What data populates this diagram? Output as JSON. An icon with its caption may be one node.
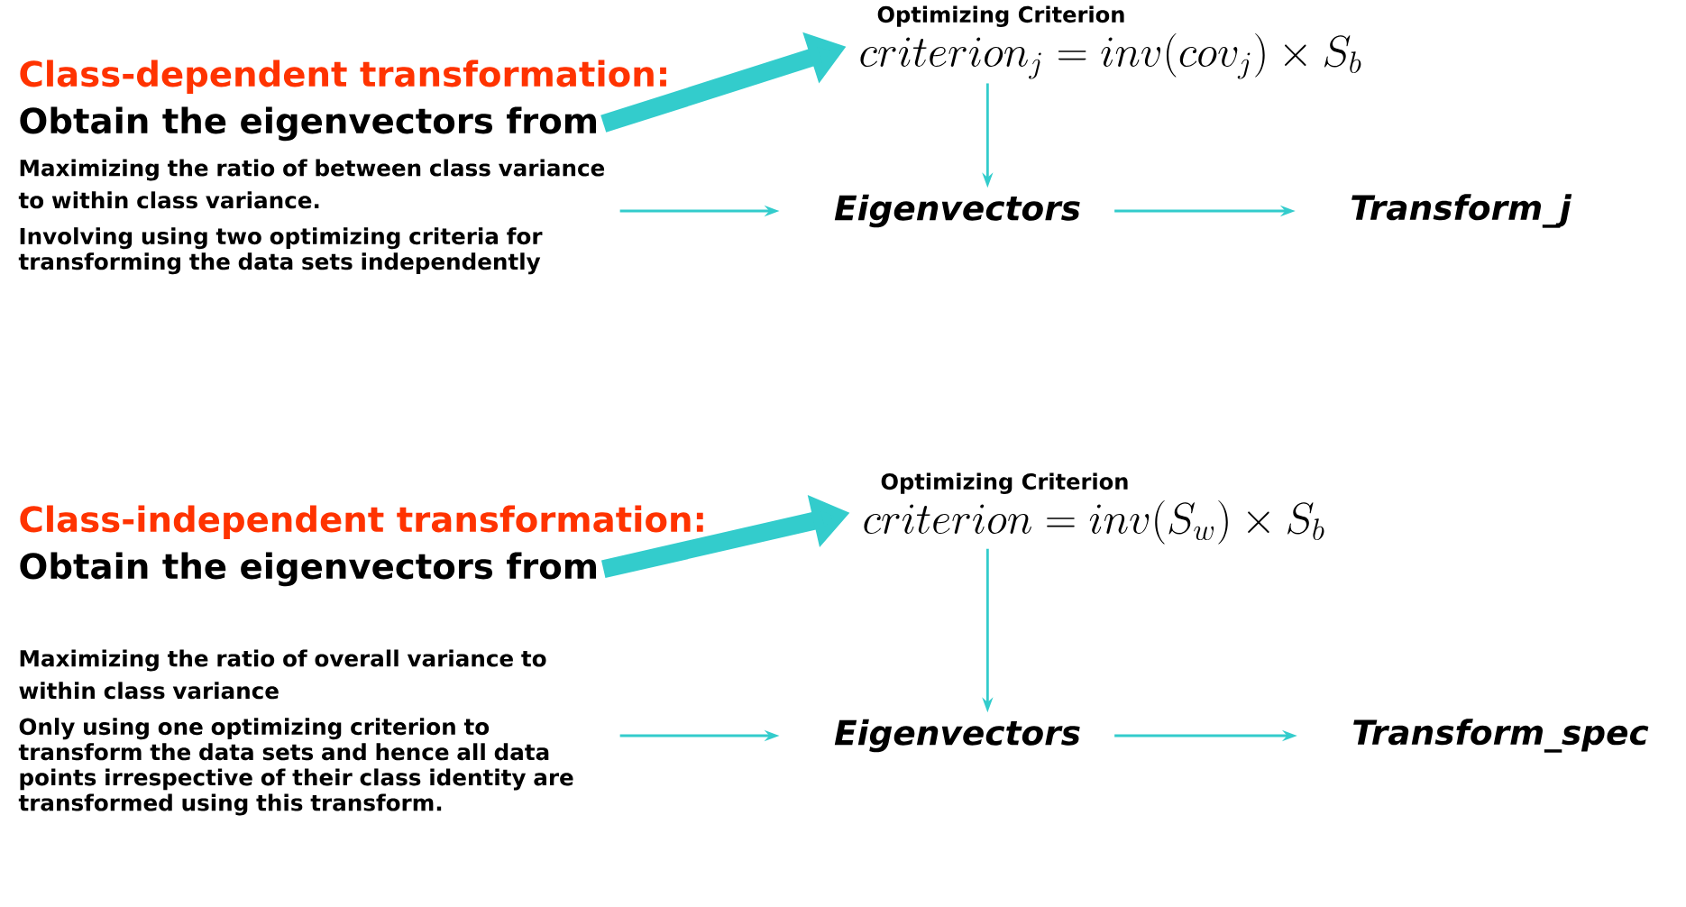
{
  "diagram": {
    "nodes": [
      {
        "text": [
          "Class-dependent transformation:"
        ]
      },
      {
        "text": [
          "Obtain the eigenvectors from"
        ]
      },
      {
        "text": [
          "Maximizing the ratio of between class variance to within class variance.",
          "Involving using two optimizing criteria for transforming the data sets independently"
        ]
      },
      {
        "text": [
          "Optimizing Criterion",
          "criterion_{j} = inv(cov_{j}) \\times S_{b}"
        ]
      },
      {
        "text": [
          "Eigenvectors"
        ]
      },
      {
        "text": [
          "Transform_j"
        ]
      },
      {
        "text": [
          "Class-independent transformation:"
        ]
      },
      {
        "text": [
          "Obtain the eigenvectors from"
        ]
      },
      {
        "text": [
          "Maximizing the ratio of overall variance to within class variance",
          "Only using one optimizing criterion to transform the data sets and hence all data points irrespective of their class identity are transformed using this transform."
        ]
      },
      {
        "text": [
          "Optimizing Criterion",
          "criterion = inv(S_{w}) \\times S_{b}"
        ]
      },
      {
        "text": [
          "Eigenvectors"
        ]
      },
      {
        "text": [
          "Transform_spec"
        ]
      }
    ],
    "edges": [
      {
        "from": 1,
        "to": 3,
        "arrow": "to",
        "style": "thick"
      },
      {
        "from": 3,
        "to": 4,
        "arrow": "to"
      },
      {
        "from": 2,
        "to": 4,
        "arrow": "to"
      },
      {
        "from": 4,
        "to": 5,
        "arrow": "to"
      },
      {
        "from": 7,
        "to": 9,
        "arrow": "to",
        "style": "thick"
      },
      {
        "from": 9,
        "to": 10,
        "arrow": "to"
      },
      {
        "from": 8,
        "to": 10,
        "arrow": "to"
      },
      {
        "from": 10,
        "to": 11,
        "arrow": "to"
      }
    ]
  }
}
